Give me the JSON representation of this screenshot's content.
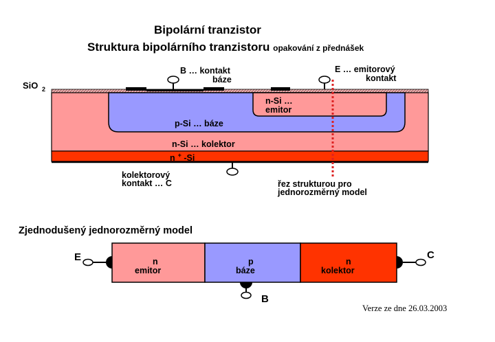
{
  "title": {
    "line1": "Bipolární tranzistor",
    "line2": "Struktura bipolárního tranzistoru",
    "line2_small": "opakování z přednášek"
  },
  "structure": {
    "sio2_label": "SiO",
    "sio2_sub": "2",
    "base_contact_line1": "B … kontakt",
    "base_contact_line2": "báze",
    "emitter_contact_line1": "E … emitorový",
    "emitter_contact_line2": "kontakt",
    "emitter_region_line1": "n-Si …",
    "emitter_region_line2": "emitor",
    "base_region": "p-Si … báze",
    "collector_region": "n-Si … kolektor",
    "nplus_label": "n",
    "nplus_sup": "+",
    "nplus_suffix": "-Si",
    "collector_contact_line1": "kolektorový",
    "collector_contact_line2": "kontakt …  C",
    "cut_line1": "řez strukturou pro",
    "cut_line2": "jednorozměrný model"
  },
  "model": {
    "heading": "Zjednodušený jednorozměrný model",
    "e_label": "E",
    "c_label": "C",
    "b_label": "B",
    "emitter_type": "n",
    "emitter_name": "emitor",
    "base_type": "p",
    "base_name": "báze",
    "collector_type": "n",
    "collector_name": "kolektor"
  },
  "footer": "Verze ze dne 26.03.2003",
  "colors": {
    "collector": "#ff9999",
    "base": "#9999ff",
    "emitter": "#ff9999",
    "nplus": "#ff3300",
    "cut_line": "#dd2222",
    "oxide": "#d9a0a0"
  }
}
